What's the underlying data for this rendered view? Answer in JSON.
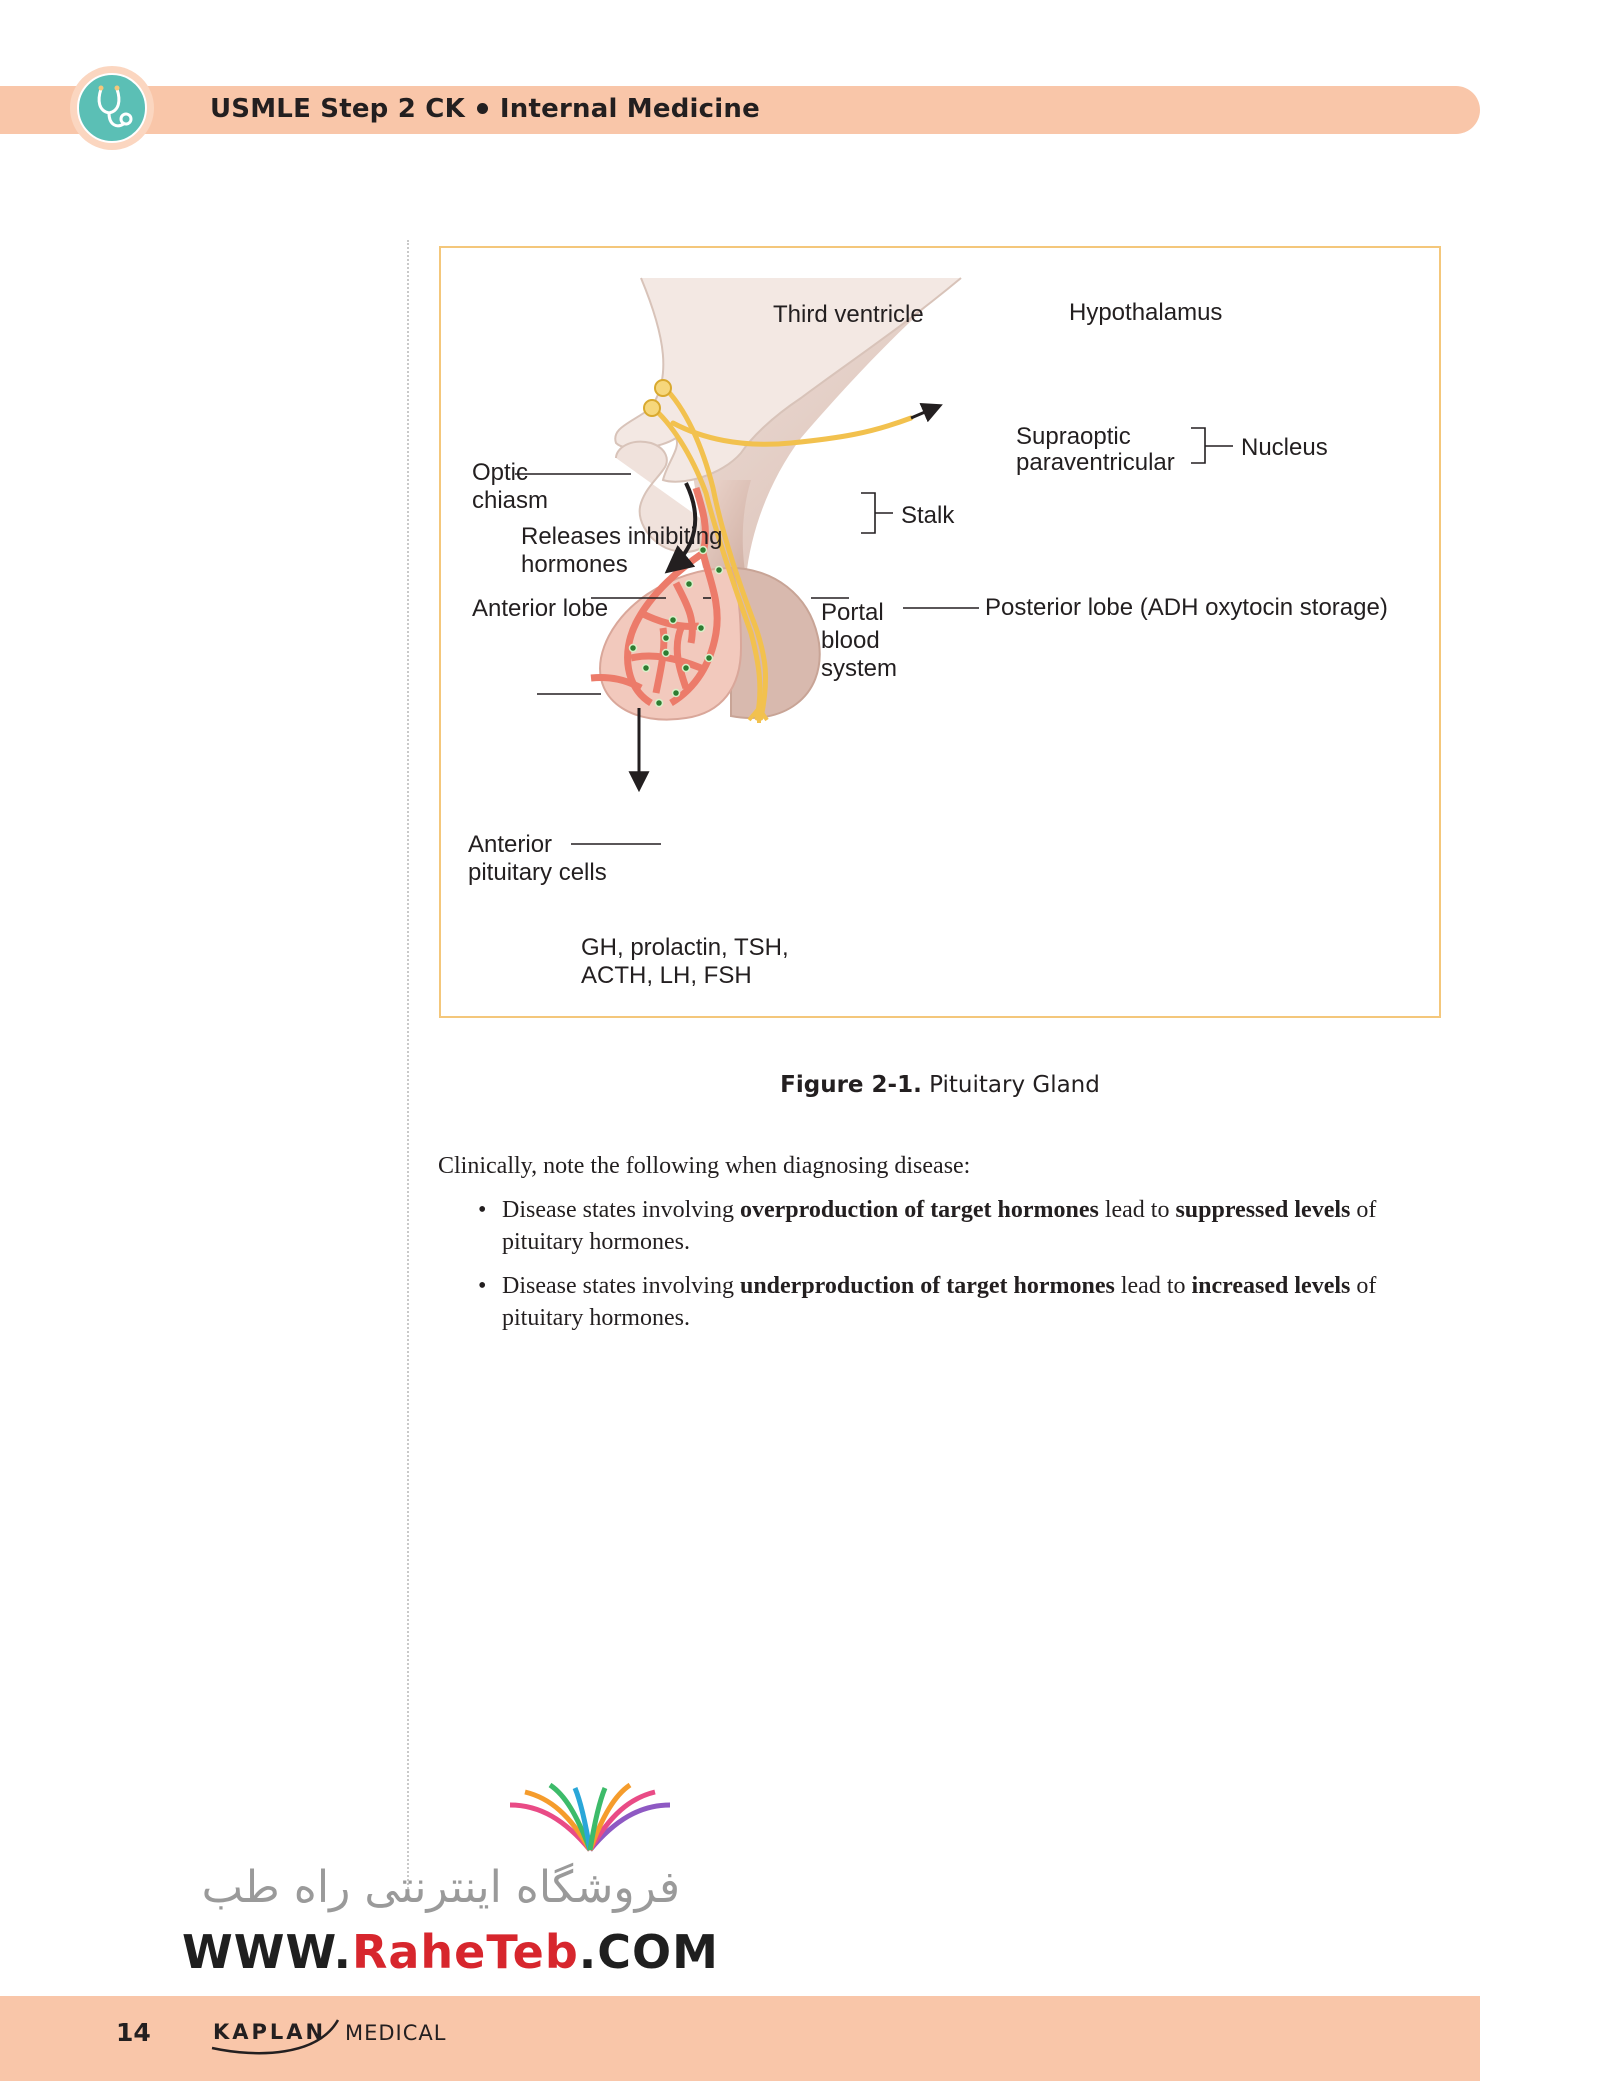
{
  "header": {
    "title_left": "USMLE Step 2 CK",
    "title_right": "Internal Medicine"
  },
  "figure": {
    "labels": {
      "third_ventricle": "Third ventricle",
      "hypothalamus": "Hypothalamus",
      "supraoptic": "Supraoptic",
      "paraventricular": "paraventricular",
      "nucleus": "Nucleus",
      "optic_line1": "Optic",
      "optic_line2": "chiasm",
      "stalk": "Stalk",
      "releases_line1": "Releases inhibiting",
      "releases_line2": "hormones",
      "anterior_lobe": "Anterior lobe",
      "portal_line1": "Portal",
      "portal_line2": "blood",
      "portal_line3": "system",
      "posterior_lobe": "Posterior lobe (ADH oxytocin storage)",
      "ant_cells_line1": "Anterior",
      "ant_cells_line2": "pituitary cells",
      "hormones_line1": "GH, prolactin, TSH,",
      "hormones_line2": "ACTH, LH, FSH"
    },
    "caption_bold": "Figure 2-1.",
    "caption_text": "Pituitary Gland"
  },
  "body": {
    "intro": "Clinically, note the following when diagnosing disease:",
    "bullets": [
      {
        "pre": "Disease states involving ",
        "bold1": "overproduction of target hormones",
        "mid": " lead to ",
        "bold2": "suppressed levels",
        "post": " of pituitary hormones."
      },
      {
        "pre": "Disease states involving ",
        "bold1": "underproduction of target hormones",
        "mid": " lead to ",
        "bold2": "increased levels",
        "post": " of pituitary hormones."
      }
    ]
  },
  "watermark": {
    "persian": "فروشگاه اینترنتی راه طب",
    "url_pre": "WWW.",
    "url_brand": "RaheTeb",
    "url_post": ".COM"
  },
  "footer": {
    "page_number": "14",
    "brand": "KAPLAN",
    "brand_suffix": "MEDICAL"
  }
}
